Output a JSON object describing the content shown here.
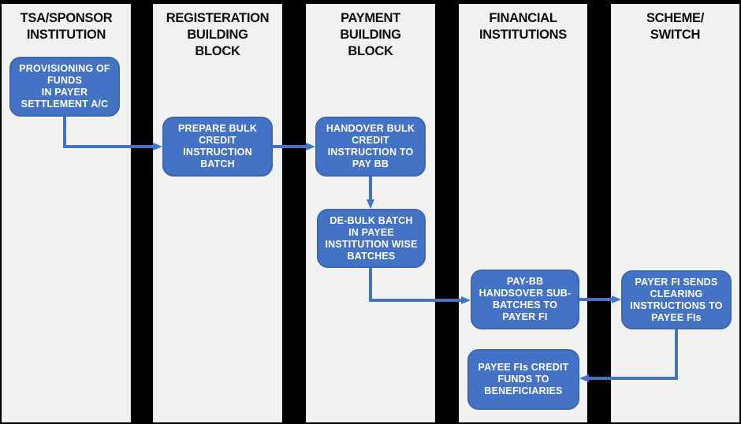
{
  "diagram": {
    "type": "swimlane-flowchart",
    "description_visible_content_only": "Bulk credit payment flow across five swim lanes"
  },
  "colors": {
    "background": "#000000",
    "lane_fill": "#f1f1f2",
    "lane_border": "#e2e2e2",
    "box_fill": "#4472c4",
    "box_border": "#3b67b1",
    "box_text": "#ffffff",
    "header_text": "#0d0d0d",
    "arrow": "#4472c4"
  },
  "lanes": [
    {
      "id": "tsa-sponsor-institution",
      "title": "TSA/SPONSOR\nINSTITUTION"
    },
    {
      "id": "registration-building-block",
      "title": "REGISTERATION\nBUILDING\nBLOCK"
    },
    {
      "id": "payment-building-block",
      "title": "PAYMENT\nBUILDING\nBLOCK"
    },
    {
      "id": "financial-institutions",
      "title": "FINANCIAL\nINSTITUTIONS"
    },
    {
      "id": "scheme-switch",
      "title": "SCHEME/\nSWITCH"
    }
  ],
  "boxes": [
    {
      "id": "provisioning-of-funds",
      "lane": "tsa-sponsor-institution",
      "label": "PROVISIONING OF\nFUNDS\nIN PAYER\nSETTLEMENT A/C"
    },
    {
      "id": "prepare-bulk-credit-batch",
      "lane": "registration-building-block",
      "label": "PREPARE BULK\nCREDIT\nINSTRUCTION\nBATCH"
    },
    {
      "id": "handover-bulk-credit",
      "lane": "payment-building-block",
      "label": "HANDOVER BULK\nCREDIT\nINSTRUCTION TO\nPAY BB"
    },
    {
      "id": "de-bulk-batch",
      "lane": "payment-building-block",
      "label": "DE-BULK BATCH\nIN PAYEE\nINSTITUTION WISE\nBATCHES"
    },
    {
      "id": "paybb-handsover-subbatches",
      "lane": "financial-institutions",
      "label": "PAY-BB\nHANDSOVER SUB-\nBATCHES TO\nPAYER FI"
    },
    {
      "id": "payer-fi-sends-clearing",
      "lane": "scheme-switch",
      "label": "PAYER FI SENDS\nCLEARING\nINSTRUCTIONS TO\nPAYEE FIs"
    },
    {
      "id": "payee-fis-credit-funds",
      "lane": "financial-institutions",
      "label": "PAYEE FIs CREDIT\nFUNDS TO\nBENEFICIARIES"
    }
  ],
  "arrows": [
    {
      "from": "provisioning-of-funds",
      "to": "prepare-bulk-credit-batch"
    },
    {
      "from": "prepare-bulk-credit-batch",
      "to": "handover-bulk-credit"
    },
    {
      "from": "handover-bulk-credit",
      "to": "de-bulk-batch"
    },
    {
      "from": "de-bulk-batch",
      "to": "paybb-handsover-subbatches"
    },
    {
      "from": "paybb-handsover-subbatches",
      "to": "payer-fi-sends-clearing"
    },
    {
      "from": "payer-fi-sends-clearing",
      "to": "payee-fis-credit-funds"
    }
  ]
}
